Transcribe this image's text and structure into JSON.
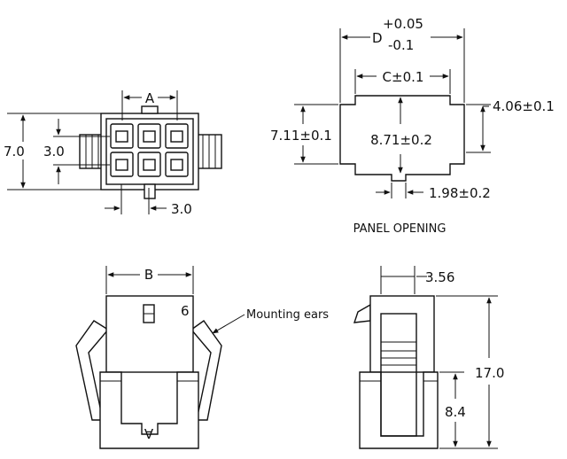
{
  "front_view": {
    "dim_a": "A",
    "dim_height": "7.0",
    "dim_row_pitch": "3.0",
    "dim_col_pitch": "3.0"
  },
  "panel_view": {
    "dim_d_letter": "D",
    "dim_d_tol_plus": "+0.05",
    "dim_d_tol_minus": "-0.1",
    "dim_c": "C±0.1",
    "dim_step": "4.06±0.1",
    "dim_outer_height": "7.11±0.1",
    "dim_inner_height": "8.71±0.2",
    "dim_notch": "1.98±0.2",
    "caption": "PANEL OPENING"
  },
  "bottom_left_view": {
    "dim_b": "B",
    "pin_count": "6",
    "pin_marker": "A",
    "callout": "Mounting ears"
  },
  "side_view": {
    "dim_width": "3.56",
    "dim_total_height": "17.0",
    "dim_lower_height": "8.4"
  }
}
